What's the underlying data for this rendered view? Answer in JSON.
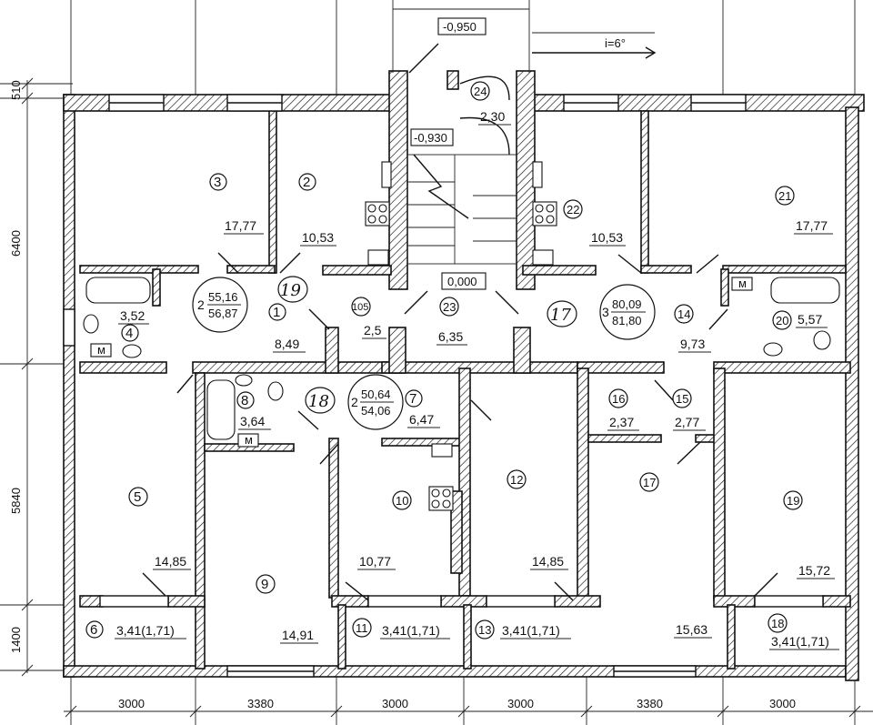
{
  "elevations": {
    "top": "-0,950",
    "stair_landing": "-0,930",
    "floor": "0,000",
    "slope": "i=6°"
  },
  "rooms": [
    {
      "id": "r1",
      "num": "1",
      "area": "8,49"
    },
    {
      "id": "r2",
      "num": "2",
      "area": "10,53"
    },
    {
      "id": "r3",
      "num": "3",
      "area": "17,77"
    },
    {
      "id": "r4",
      "num": "4",
      "area": "3,52"
    },
    {
      "id": "r5",
      "num": "5",
      "area": "14,85"
    },
    {
      "id": "r6",
      "num": "6",
      "area": "3,41(1,71)"
    },
    {
      "id": "r7",
      "num": "7",
      "area": "6,47"
    },
    {
      "id": "r8",
      "num": "8",
      "area": "3,64"
    },
    {
      "id": "r9",
      "num": "9",
      "area": "14,91"
    },
    {
      "id": "r10",
      "num": "10",
      "area": "10,77"
    },
    {
      "id": "r11",
      "num": "11",
      "area": "3,41(1,71)"
    },
    {
      "id": "r12",
      "num": "12",
      "area": "14,85"
    },
    {
      "id": "r13",
      "num": "13",
      "area": "3,41(1,71)"
    },
    {
      "id": "r14",
      "num": "14",
      "area": "9,73"
    },
    {
      "id": "r15",
      "num": "15",
      "area": "2,77"
    },
    {
      "id": "r16",
      "num": "16",
      "area": "2,37"
    },
    {
      "id": "r17",
      "num": "17",
      "area": "15,63"
    },
    {
      "id": "r18",
      "num": "18",
      "area": "3,41(1,71)"
    },
    {
      "id": "r19",
      "num": "19",
      "area": "15,72"
    },
    {
      "id": "r20",
      "num": "20",
      "area": "5,57"
    },
    {
      "id": "r21",
      "num": "21",
      "area": "17,77"
    },
    {
      "id": "r22",
      "num": "22",
      "area": "10,53"
    },
    {
      "id": "r23",
      "num": "23",
      "area": "6,35"
    },
    {
      "id": "r24",
      "num": "24",
      "area": "2,30"
    },
    {
      "id": "r105",
      "num": "105",
      "area": "2,5"
    }
  ],
  "apartments": [
    {
      "rooms": "2",
      "living": "55,16",
      "total": "56,87",
      "mark": "19"
    },
    {
      "rooms": "2",
      "living": "50,64",
      "total": "54,06",
      "mark": "18"
    },
    {
      "rooms": "3",
      "living": "80,09",
      "total": "81,80",
      "mark": "17"
    }
  ],
  "dimensions": {
    "vertical": [
      "510",
      "6400",
      "5840",
      "1400"
    ],
    "horizontal": [
      "3000",
      "3380",
      "3000",
      "3000",
      "3380",
      "3000"
    ]
  },
  "fixtures": {
    "meter": "м"
  }
}
